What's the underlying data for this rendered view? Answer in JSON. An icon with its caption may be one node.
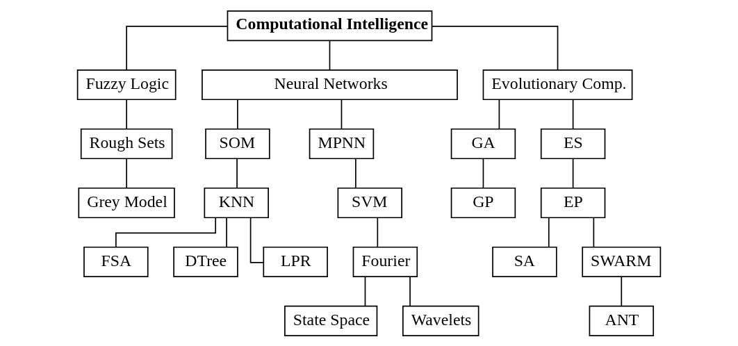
{
  "diagram": {
    "nodes": [
      {
        "text": [
          "Computational Intelligence"
        ]
      },
      {
        "text": [
          "Fuzzy Logic"
        ]
      },
      {
        "text": [
          "Neural Networks"
        ]
      },
      {
        "text": [
          "Evolutionary Comp."
        ]
      },
      {
        "text": [
          "Rough Sets"
        ]
      },
      {
        "text": [
          "SOM"
        ]
      },
      {
        "text": [
          "MPNN"
        ]
      },
      {
        "text": [
          "GA"
        ]
      },
      {
        "text": [
          "ES"
        ]
      },
      {
        "text": [
          "Grey Model"
        ]
      },
      {
        "text": [
          "KNN"
        ]
      },
      {
        "text": [
          "SVM"
        ]
      },
      {
        "text": [
          "GP"
        ]
      },
      {
        "text": [
          "EP"
        ]
      },
      {
        "text": [
          "FSA"
        ]
      },
      {
        "text": [
          "DTree"
        ]
      },
      {
        "text": [
          "LPR"
        ]
      },
      {
        "text": [
          "Fourier"
        ]
      },
      {
        "text": [
          "SA"
        ]
      },
      {
        "text": [
          "SWARM"
        ]
      },
      {
        "text": [
          "State Space"
        ]
      },
      {
        "text": [
          "Wavelets"
        ]
      },
      {
        "text": [
          "ANT"
        ]
      }
    ],
    "edges": [
      {
        "from": 0,
        "to": 1,
        "arrow": "none"
      },
      {
        "from": 0,
        "to": 2,
        "arrow": "none"
      },
      {
        "from": 0,
        "to": 3,
        "arrow": "none"
      },
      {
        "from": 1,
        "to": 4,
        "arrow": "none"
      },
      {
        "from": 4,
        "to": 9,
        "arrow": "none"
      },
      {
        "from": 2,
        "to": 5,
        "arrow": "none"
      },
      {
        "from": 2,
        "to": 6,
        "arrow": "none"
      },
      {
        "from": 5,
        "to": 10,
        "arrow": "none"
      },
      {
        "from": 10,
        "to": 14,
        "arrow": "none"
      },
      {
        "from": 10,
        "to": 15,
        "arrow": "none"
      },
      {
        "from": 10,
        "to": 16,
        "arrow": "none"
      },
      {
        "from": 6,
        "to": 11,
        "arrow": "none"
      },
      {
        "from": 11,
        "to": 17,
        "arrow": "none"
      },
      {
        "from": 17,
        "to": 20,
        "arrow": "none"
      },
      {
        "from": 17,
        "to": 21,
        "arrow": "none"
      },
      {
        "from": 3,
        "to": 7,
        "arrow": "none"
      },
      {
        "from": 3,
        "to": 8,
        "arrow": "none"
      },
      {
        "from": 7,
        "to": 12,
        "arrow": "none"
      },
      {
        "from": 8,
        "to": 13,
        "arrow": "none"
      },
      {
        "from": 13,
        "to": 18,
        "arrow": "none"
      },
      {
        "from": 13,
        "to": 19,
        "arrow": "none"
      },
      {
        "from": 19,
        "to": 22,
        "arrow": "none"
      }
    ]
  }
}
